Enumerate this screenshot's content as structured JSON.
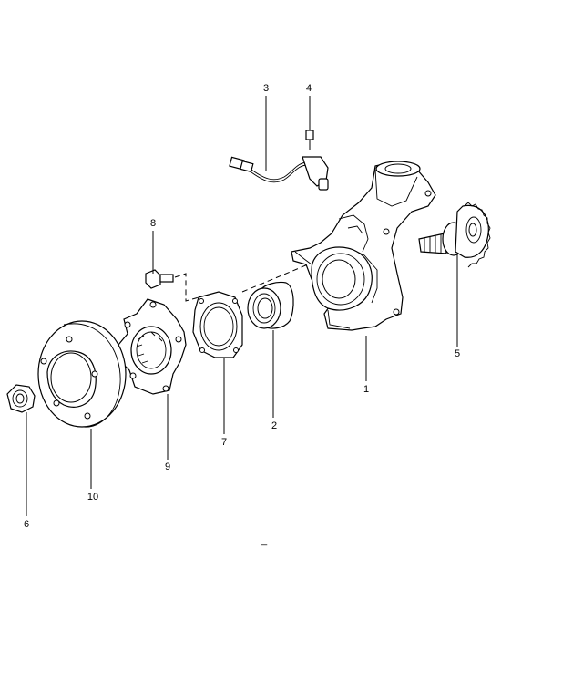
{
  "callouts": {
    "c1": "1",
    "c2": "2",
    "c3": "3",
    "c4": "4",
    "c5": "5",
    "c6": "6",
    "c7": "7",
    "c8": "8",
    "c9": "9",
    "c10": "10"
  },
  "footer_mark": "_"
}
